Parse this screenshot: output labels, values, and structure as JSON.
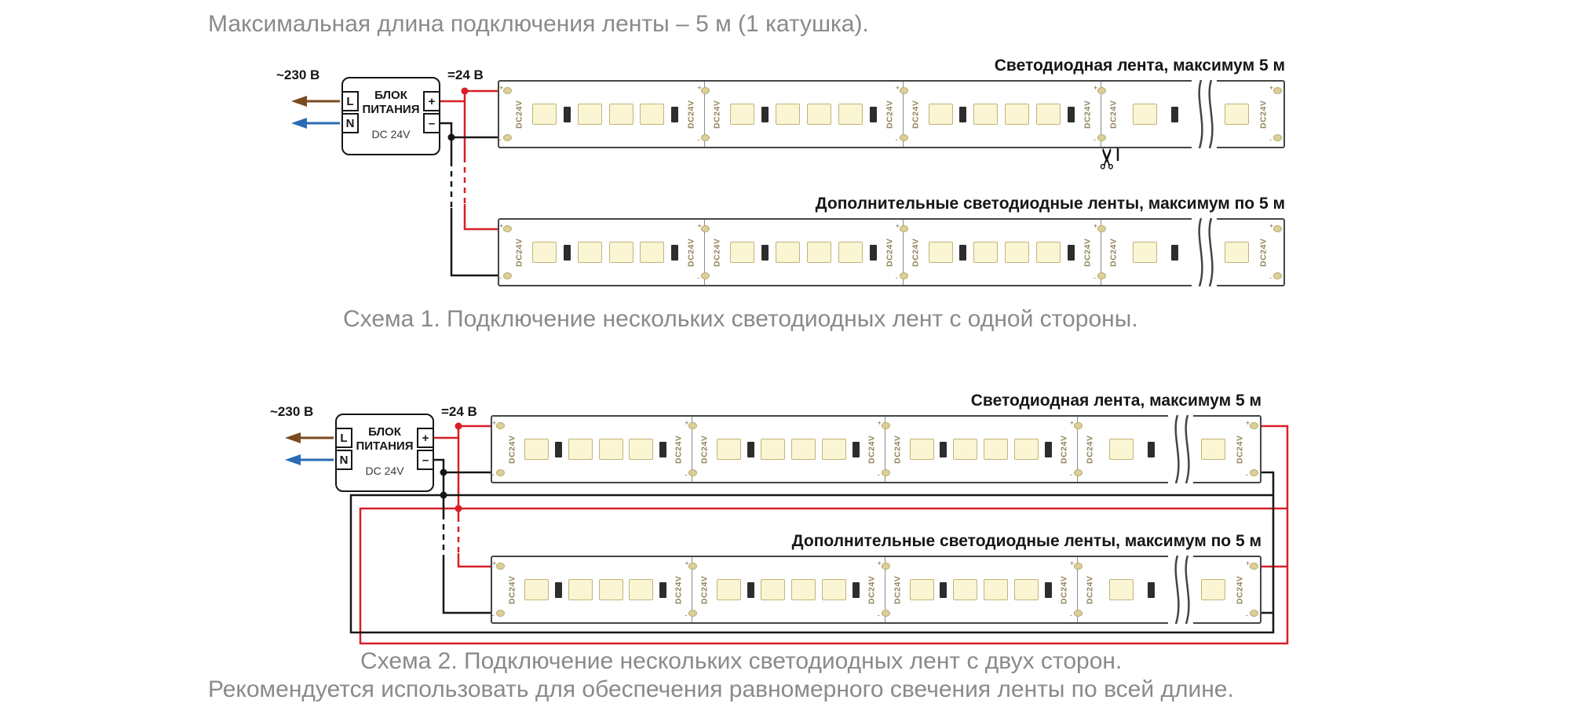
{
  "title": "Максимальная длина подключения ленты – 5 м (1 катушка).",
  "labels": {
    "ac_input": "~230 В",
    "dc_output": "=24 В"
  },
  "psu": {
    "name_line1": "БЛОК",
    "name_line2": "ПИТАНИЯ",
    "model": "DC 24V",
    "terminal_l": "L",
    "terminal_n": "N",
    "terminal_plus": "+",
    "terminal_minus": "–"
  },
  "scheme1": {
    "strip1_label": "Светодиодная лента, максимум 5 м",
    "strip2_label": "Дополнительные светодиодные ленты, максимум по 5 м",
    "caption": "Схема 1. Подключение нескольких светодиодных лент с одной стороны."
  },
  "scheme2": {
    "strip1_label": "Светодиодная лента, максимум 5 м",
    "strip2_label": "Дополнительные светодиодные ленты, максимум по 5 м",
    "caption": "Схема 2. Подключение нескольких светодиодных лент с двух сторон.",
    "note": "Рекомендуется использовать для обеспечения равномерного свечения ленты по всей длине."
  },
  "strip": {
    "connector_label": "DC24V",
    "plus_mark": "+",
    "minus_mark": "-",
    "segments": 3,
    "segment_pattern": [
      "L",
      "R",
      "L",
      "L",
      "L",
      "R"
    ],
    "mini_pattern": [
      "L",
      "R"
    ],
    "end_pattern": [
      "L"
    ]
  },
  "icons": {
    "scissors": "✂"
  },
  "colors": {
    "positive_wire": "#d81f26",
    "negative_wire": "#161616",
    "line_wire": "#7b4a1e",
    "neutral_wire": "#2a6bb5",
    "led_fill": "#faf5d2",
    "pad_fill": "#dccf98",
    "muted_text": "#8a8a8a"
  }
}
